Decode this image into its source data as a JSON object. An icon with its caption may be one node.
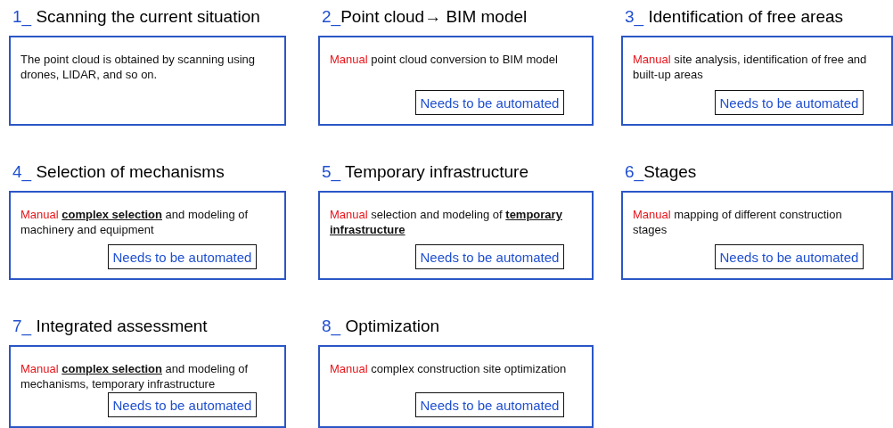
{
  "diagram": {
    "nodes": [
      {
        "text": [
          "1_ Scanning the current situation",
          "The point cloud is obtained by scanning using drones, LIDAR, and so on."
        ]
      },
      {
        "text": [
          "2_Point cloud→ BIM model",
          "Manual",
          "point cloud conversion to BIM model"
        ]
      },
      {
        "text": [
          "Needs to be automated"
        ],
        "in": 1
      },
      {
        "text": [
          "3_ Identification of free areas",
          "Manual",
          "site analysis, identification of free and built-up areas"
        ]
      },
      {
        "text": [
          "Needs to be automated"
        ],
        "in": 3
      },
      {
        "text": [
          "4_ Selection of mechanisms",
          "Manual",
          "**complex selection** and modeling of machinery and equipment"
        ]
      },
      {
        "text": [
          "Needs to be automated"
        ],
        "in": 5
      },
      {
        "text": [
          "5_ Temporary infrastructure",
          "Manual",
          "selection and modeling of **temporary infrastructure**"
        ]
      },
      {
        "text": [
          "Needs to be automated"
        ],
        "in": 7
      },
      {
        "text": [
          "6_Stages",
          "Manual",
          "mapping of different construction stages"
        ]
      },
      {
        "text": [
          "Needs to be automated"
        ],
        "in": 9
      },
      {
        "text": [
          "7_ Integrated assessment",
          "Manual",
          "**complex selection** and modeling of mechanisms, temporary infrastructure"
        ]
      },
      {
        "text": [
          "Needs to be automated"
        ],
        "in": 11
      },
      {
        "text": [
          "8_ Optimization",
          "Manual",
          "complex construction site optimization"
        ]
      },
      {
        "text": [
          "Needs to be automated"
        ],
        "in": 13
      }
    ],
    "edges": []
  }
}
